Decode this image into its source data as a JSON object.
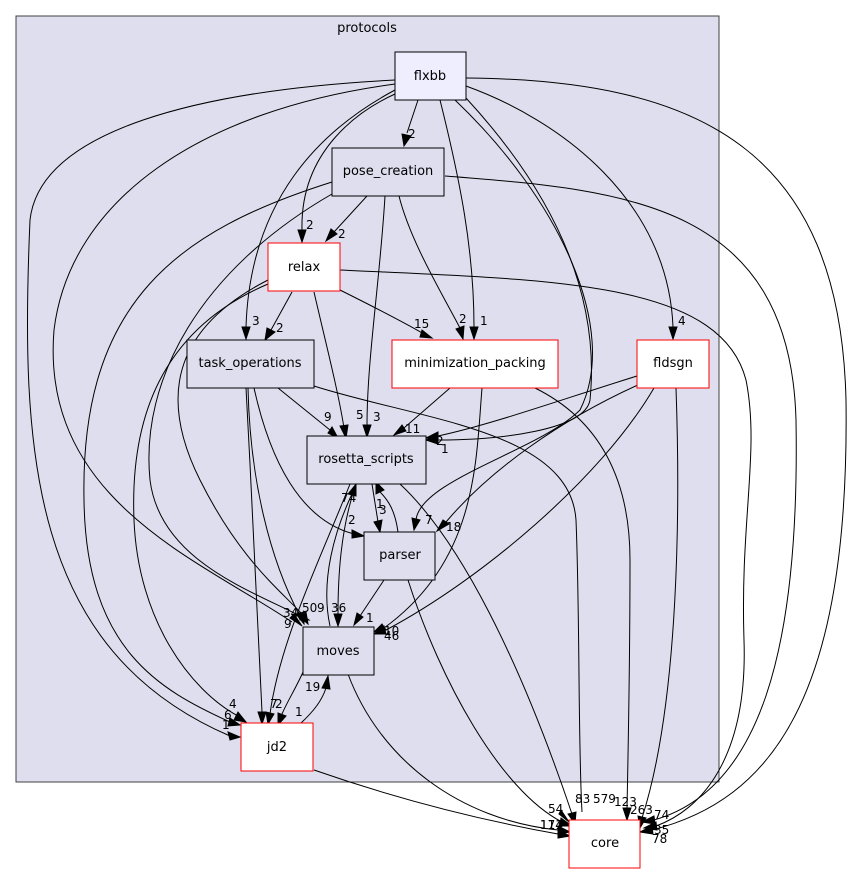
{
  "cluster": {
    "label": "protocols"
  },
  "nodes": {
    "flxbb": "flxbb",
    "pose_creation": "pose_creation",
    "relax": "relax",
    "task_operations": "task_operations",
    "minimization_packing": "minimization_packing",
    "fldsgn": "fldsgn",
    "rosetta_scripts": "rosetta_scripts",
    "parser": "parser",
    "moves": "moves",
    "jd2": "jd2",
    "core": "core"
  },
  "colors": {
    "cluster_fill": "#dedeee",
    "cluster_stroke": "#404040",
    "focus_fill": "#eeeeff",
    "node_fill": "#dedeee",
    "red_border": "#ff0000",
    "white": "#ffffff"
  },
  "edge_labels": {
    "flxbb_pose": "2",
    "flxbb_relax": "2",
    "flxbb_task": "3",
    "flxbb_minpack": "1",
    "flxbb_fldsgn": "4",
    "flxbb_rs": "2",
    "flxbb_parser": "7",
    "flxbb_moves": "9",
    "flxbb_jd2": "1",
    "flxbb_core": "35",
    "pose_relax": "2",
    "pose_rs": "3",
    "pose_minpack": "2",
    "pose_jd2": "6",
    "pose_moves": "50",
    "pose_core": "74",
    "relax_task": "2",
    "relax_minpack": "15",
    "relax_rs": "5",
    "relax_moves": "9",
    "relax_jd2": "4",
    "relax_core": "78",
    "task_rs": "9",
    "task_parser": "2",
    "task_moves": "34",
    "task_jd2": "7",
    "task_core": "54",
    "minpack_rs": "11",
    "minpack_moves": "10",
    "minpack_core": "123",
    "fldsgn_rs": "1",
    "fldsgn_parser": "18",
    "fldsgn_moves": "46",
    "fldsgn_core": "263",
    "rs_parser": "3",
    "rs_moves": "36",
    "rs_jd2": "2",
    "rs_core": "83",
    "parser_rs": "1",
    "parser_moves": "1",
    "parser_core": "579",
    "moves_rs": "74",
    "moves_jd2": "1",
    "moves_core": "171",
    "jd2_moves": "19",
    "jd2_core": "114"
  }
}
